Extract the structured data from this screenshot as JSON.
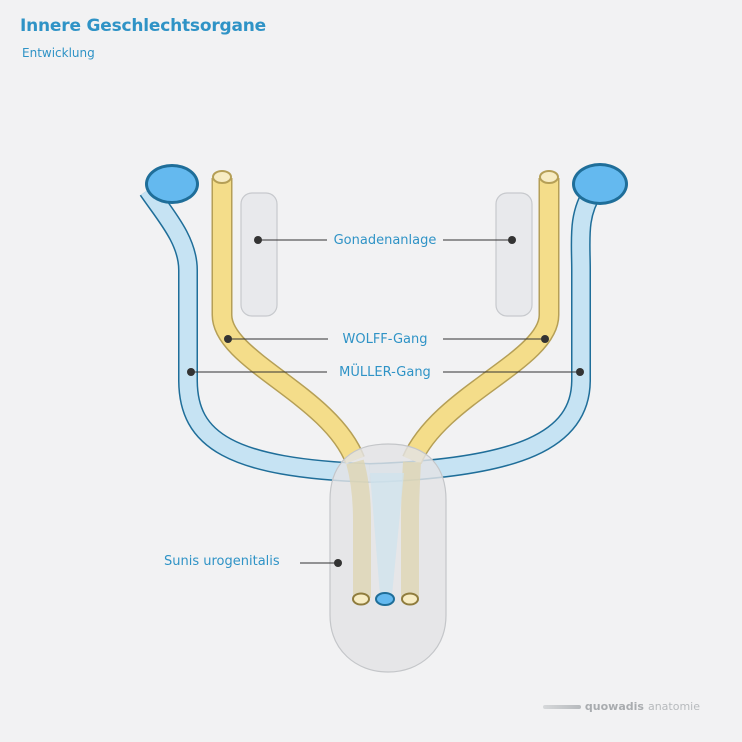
{
  "header": {
    "title": "Innere Geschlechtsorgane",
    "subtitle": "Entwicklung"
  },
  "labels": {
    "gonad": "Gonadenanlage",
    "wolff": "WOLFF-Gang",
    "mueller": "MÜLLER-Gang",
    "sinus": "Sunis urogenitalis"
  },
  "brand": {
    "bold": "quowadis",
    "light": "anatomie"
  },
  "colors": {
    "title": "#2f93c6",
    "mueller_fill": "#c6e3f3",
    "mueller_stroke": "#1f6e99",
    "wolff_fill": "#f4dd8a",
    "wolff_stroke": "#b59f56",
    "gonad_fill": "#e8e9ec",
    "sinus_fill": "#e3e3e5"
  }
}
